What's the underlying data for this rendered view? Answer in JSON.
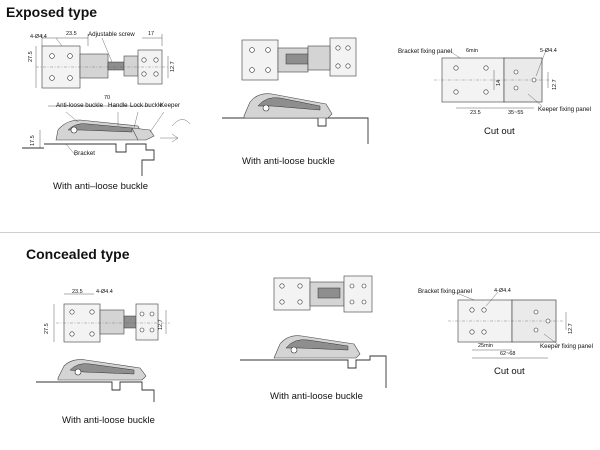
{
  "sections": {
    "exposed": {
      "title": "Exposed type"
    },
    "concealed": {
      "title": "Concealed type"
    }
  },
  "captions": {
    "anti_loose_buckle": "With anti–loose buckle",
    "anti_loose_buckle_2": "With anti-loose buckle",
    "cut_out": "Cut out"
  },
  "dims": {
    "four_hole": "4-Ø4.4",
    "five_hole": "5-Ø4.4",
    "d23_5": "23.5",
    "d17": "17",
    "d27_5": "27.5",
    "d12_7": "12.7",
    "d70": "70",
    "d17_5": "17.5",
    "d6min": "6min",
    "d14": "14",
    "d35_55": "35~55",
    "d25min": "25min",
    "d62_68": "62~68"
  },
  "labels": {
    "adjustable_screw": "Adjustable screw",
    "anti_loose_buckle": "Anti-loose buckle",
    "handle": "Handle",
    "lock_buckle": "Lock buckle",
    "keeper": "Keeper",
    "bracket": "Bracket",
    "bracket_fixing_panel": "Bracket fixing panel",
    "keeper_fixing_panel": "Keeper fixing panel"
  }
}
